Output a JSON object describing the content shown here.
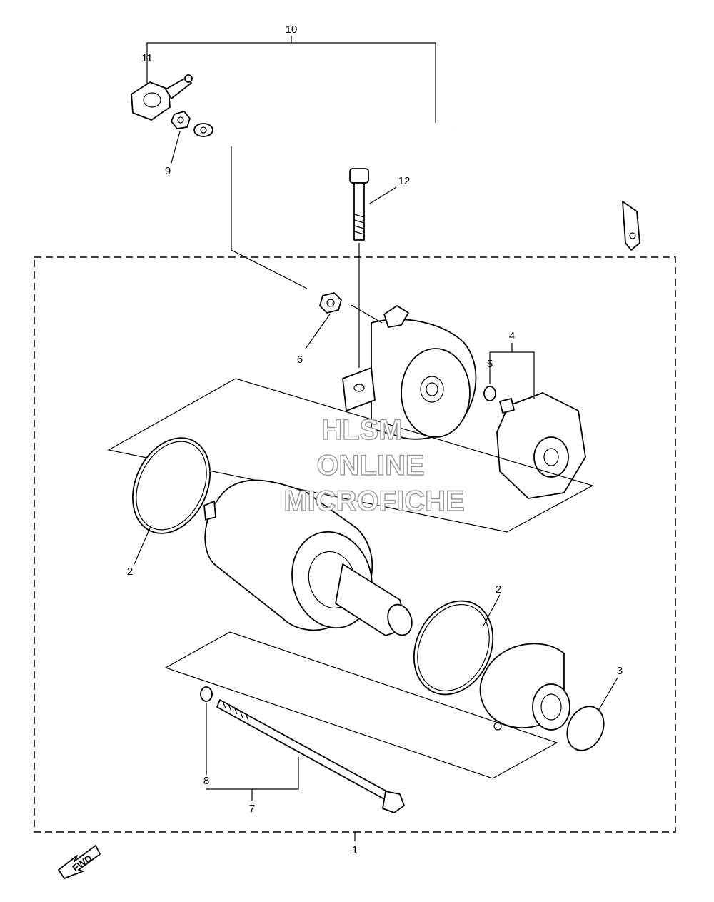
{
  "callouts": {
    "c1": "1",
    "c2a": "2",
    "c2b": "2",
    "c3": "3",
    "c4": "4",
    "c5": "5",
    "c6": "6",
    "c7": "7",
    "c8": "8",
    "c9": "9",
    "c10": "10",
    "c11": "11",
    "c12": "12"
  },
  "watermark": {
    "line1": "HLSM",
    "line2": "ONLINE",
    "line3": "MICROFICHE"
  },
  "direction_indicator": {
    "label": "FWD",
    "icon": "fwd-arrow-icon"
  }
}
